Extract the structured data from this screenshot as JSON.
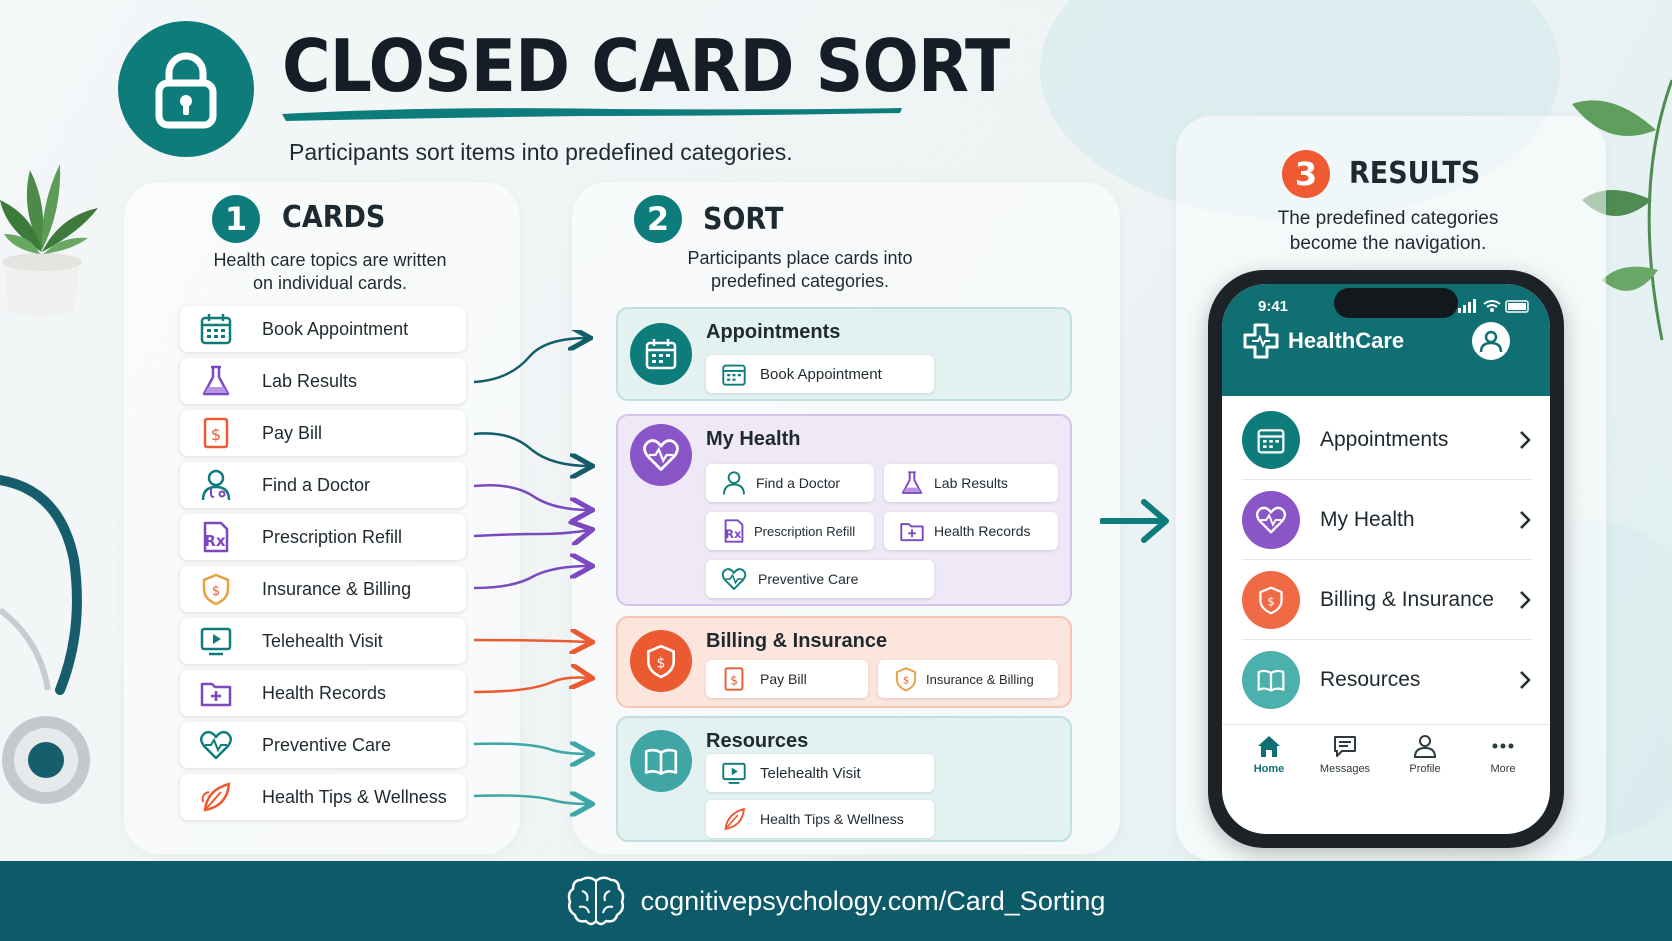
{
  "header": {
    "title": "CLOSED CARD SORT",
    "subtitle": "Participants sort items into predefined categories."
  },
  "steps": [
    {
      "number": "1",
      "title": "CARDS",
      "desc_line1": "Health care topics are written",
      "desc_line2": "on individual cards."
    },
    {
      "number": "2",
      "title": "SORT",
      "desc_line1": "Participants place cards into",
      "desc_line2": "predefined categories."
    },
    {
      "number": "3",
      "title": "RESULTS",
      "desc_line1": "The predefined categories",
      "desc_line2": "become the navigation."
    }
  ],
  "cards": [
    {
      "label": "Book Appointment",
      "icon": "calendar-icon"
    },
    {
      "label": "Lab Results",
      "icon": "flask-icon"
    },
    {
      "label": "Pay Bill",
      "icon": "bill-icon"
    },
    {
      "label": "Find a Doctor",
      "icon": "doctor-icon"
    },
    {
      "label": "Prescription Refill",
      "icon": "prescription-icon"
    },
    {
      "label": "Insurance & Billing",
      "icon": "shield-dollar-icon"
    },
    {
      "label": "Telehealth Visit",
      "icon": "video-icon"
    },
    {
      "label": "Health Records",
      "icon": "folder-icon"
    },
    {
      "label": "Preventive Care",
      "icon": "heart-pulse-icon"
    },
    {
      "label": "Health Tips & Wellness",
      "icon": "leaf-icon"
    }
  ],
  "groups": [
    {
      "title": "Appointments",
      "icon": "calendar-icon",
      "items": [
        "Book Appointment"
      ]
    },
    {
      "title": "My Health",
      "icon": "heart-pulse-icon",
      "items": [
        "Find a Doctor",
        "Lab Results",
        "Prescription Refill",
        "Health Records",
        "Preventive Care"
      ]
    },
    {
      "title": "Billing & Insurance",
      "icon": "shield-dollar-icon",
      "items": [
        "Pay Bill",
        "Insurance & Billing"
      ]
    },
    {
      "title": "Resources",
      "icon": "book-icon",
      "items": [
        "Telehealth Visit",
        "Health Tips & Wellness"
      ]
    }
  ],
  "phone": {
    "time": "9:41",
    "app_name": "HealthCare",
    "nav": [
      {
        "label": "Appointments",
        "icon": "calendar-icon"
      },
      {
        "label": "My Health",
        "icon": "heart-pulse-icon"
      },
      {
        "label": "Billing & Insurance",
        "icon": "shield-dollar-icon"
      },
      {
        "label": "Resources",
        "icon": "book-icon"
      }
    ],
    "tabs": [
      {
        "label": "Home",
        "icon": "home-icon",
        "active": true
      },
      {
        "label": "Messages",
        "icon": "message-icon"
      },
      {
        "label": "Profile",
        "icon": "profile-icon"
      },
      {
        "label": "More",
        "icon": "more-icon"
      }
    ]
  },
  "footer": {
    "url": "cognitivepsychology.com/Card_Sorting"
  },
  "colors": {
    "teal": "#0f7c7c",
    "purple": "#8a55c7",
    "orange": "#ec5a32",
    "light_teal": "#42a7a5",
    "footer": "#0d5a68",
    "dark": "#151e26"
  }
}
